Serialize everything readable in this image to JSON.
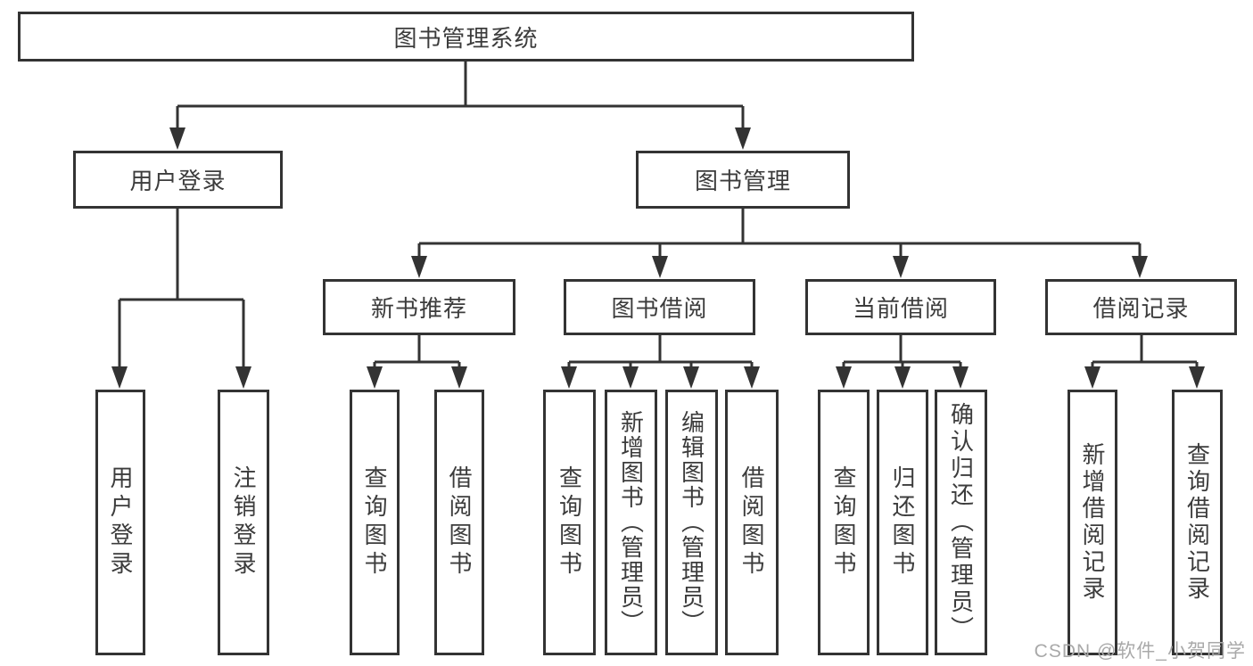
{
  "diagram": {
    "title": "图书管理系统",
    "level2": {
      "user_login": "用户登录",
      "book_mgmt": "图书管理"
    },
    "level3": {
      "new_book_rec": "新书推荐",
      "book_borrow": "图书借阅",
      "current_borrow": "当前借阅",
      "borrow_records": "借阅记录"
    },
    "leaves": {
      "user_login": "用户登录",
      "logout": "注销登录",
      "rec_query_book": "查询图书",
      "rec_borrow_book": "借阅图书",
      "borrow_query_book": "查询图书",
      "borrow_add_book": "新增图书（管理员）",
      "borrow_edit_book": "编辑图书（管理员）",
      "borrow_borrow_book": "借阅图书",
      "current_query_book": "查询图书",
      "current_return_book": "归还图书",
      "current_confirm_return": "确认归还（管理员）",
      "records_add_record": "新增借阅记录",
      "records_query_record": "查询借阅记录"
    },
    "watermark": "CSDN @软件_小贺同学",
    "colors": {
      "line": "#333333",
      "box_border": "#333333",
      "text": "#3c3c3c",
      "watermark": "#a9a9a9",
      "background": "#ffffff"
    }
  }
}
